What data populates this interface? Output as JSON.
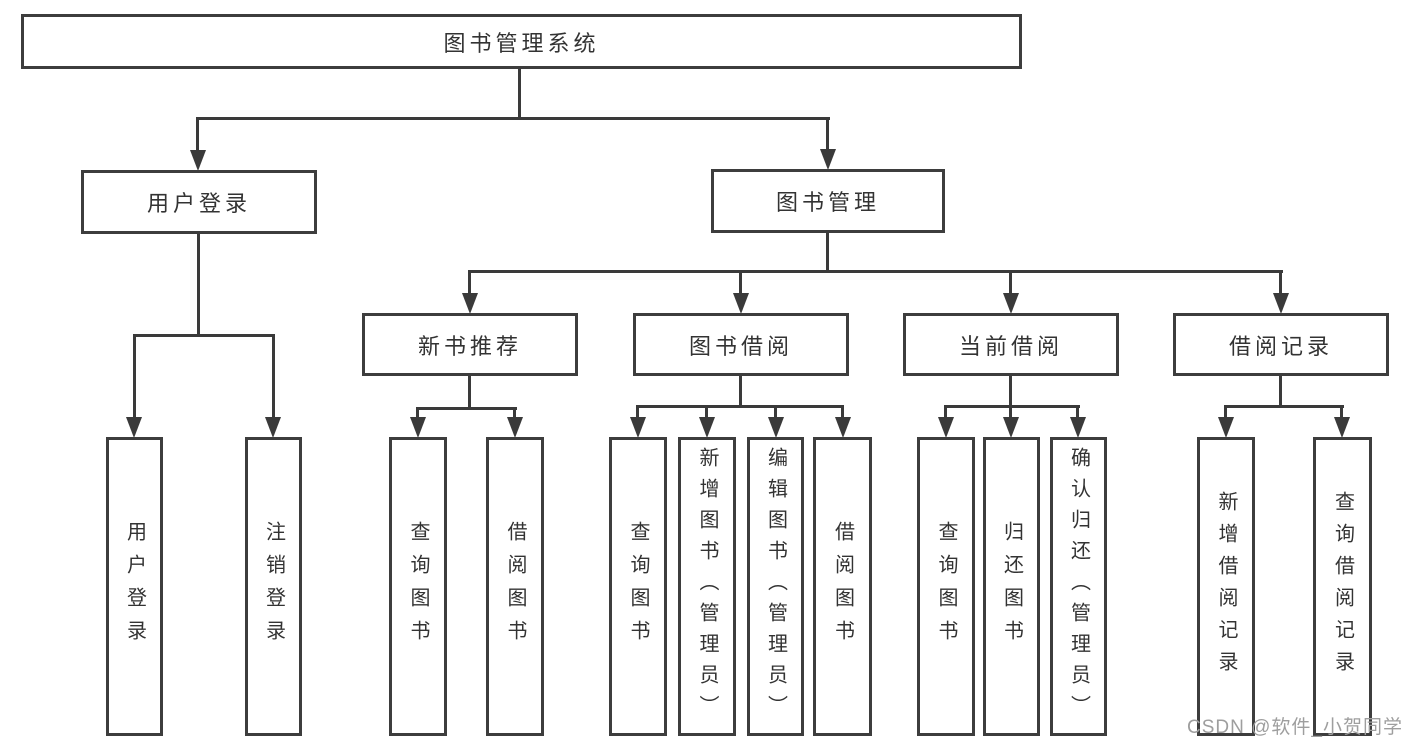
{
  "diagram_title": "图书管理系统",
  "tree": {
    "label": "图书管理系统",
    "children": [
      {
        "label": "用户登录",
        "children": [
          {
            "label": "用户登录"
          },
          {
            "label": "注销登录"
          }
        ]
      },
      {
        "label": "图书管理",
        "children": [
          {
            "label": "新书推荐",
            "children": [
              {
                "label": "查询图书"
              },
              {
                "label": "借阅图书"
              }
            ]
          },
          {
            "label": "图书借阅",
            "children": [
              {
                "label": "查询图书"
              },
              {
                "label": "新增图书（管理员）"
              },
              {
                "label": "编辑图书（管理员）"
              },
              {
                "label": "借阅图书"
              }
            ]
          },
          {
            "label": "当前借阅",
            "children": [
              {
                "label": "查询图书"
              },
              {
                "label": "归还图书"
              },
              {
                "label": "确认归还（管理员）"
              }
            ]
          },
          {
            "label": "借阅记录",
            "children": [
              {
                "label": "新增借阅记录"
              },
              {
                "label": "查询借阅记录"
              }
            ]
          }
        ]
      }
    ]
  },
  "watermark": {
    "text": "CSDN @软件_小贺同学"
  },
  "colors": {
    "line": "#3a3a3a",
    "border": "#3d3d3d",
    "text": "#333333",
    "watermark": "#9e9e9e",
    "background": "#ffffff"
  }
}
